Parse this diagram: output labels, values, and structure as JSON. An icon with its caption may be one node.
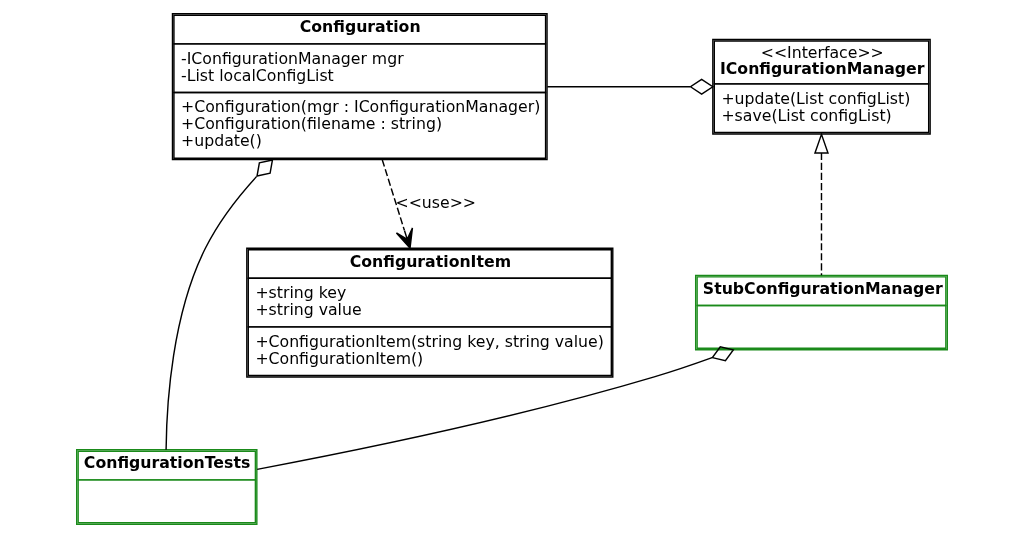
{
  "diagram": {
    "nodes": [
      {
        "text": [
          "<<Interface>>",
          "IConfigurationManager",
          "+update(List configList)",
          "+save(List configList)"
        ]
      },
      {
        "text": [
          "Configuration",
          "-IConfigurationManager mgr",
          "-List localConfigList",
          "+Configuration(mgr : IConfigurationManager)",
          "+Configuration(filename : string)",
          "+update()"
        ]
      },
      {
        "text": [
          "StubConfigurationManager"
        ]
      },
      {
        "text": [
          "ConfigurationTests"
        ]
      },
      {
        "text": [
          "ConfigurationItem",
          "+string key",
          "+string value",
          "+ConfigurationItem(string key, string value)",
          "+ConfigurationItem()"
        ]
      }
    ],
    "edges": [
      {
        "from": 1,
        "to": 0,
        "arrow": "other"
      },
      {
        "from": 2,
        "to": 0,
        "arrow": "to",
        "style": "dashed"
      },
      {
        "from": 3,
        "to": 2,
        "arrow": "other"
      },
      {
        "from": 3,
        "to": 1,
        "arrow": "other"
      },
      {
        "from": 1,
        "to": 4,
        "arrow": "to",
        "style": "dashed",
        "label": "<<use>>"
      }
    ]
  }
}
